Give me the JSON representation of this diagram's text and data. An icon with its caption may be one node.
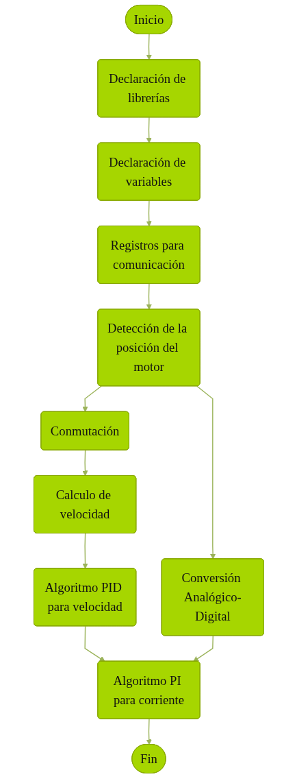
{
  "diagram": {
    "nodes": [
      {
        "text": [
          "Inicio"
        ]
      },
      {
        "text": [
          "Declaración de librerías"
        ]
      },
      {
        "text": [
          "Declaración de variables"
        ]
      },
      {
        "text": [
          "Registros para comunicación"
        ]
      },
      {
        "text": [
          "Detección de la posición del motor"
        ]
      },
      {
        "text": [
          "Conmutación"
        ]
      },
      {
        "text": [
          "Conversión Analógico-Digital"
        ]
      },
      {
        "text": [
          "Calculo de velocidad"
        ]
      },
      {
        "text": [
          "Algoritmo PID para velocidad"
        ]
      },
      {
        "text": [
          "Algoritmo PI para corriente"
        ]
      },
      {
        "text": [
          "Fin"
        ]
      }
    ],
    "edges": [
      {
        "from": 0,
        "to": 1,
        "arrow": "to"
      },
      {
        "from": 1,
        "to": 2,
        "arrow": "to"
      },
      {
        "from": 2,
        "to": 3,
        "arrow": "to"
      },
      {
        "from": 3,
        "to": 4,
        "arrow": "to"
      },
      {
        "from": 4,
        "to": 5,
        "arrow": "to"
      },
      {
        "from": 4,
        "to": 6,
        "arrow": "to"
      },
      {
        "from": 5,
        "to": 7,
        "arrow": "to"
      },
      {
        "from": 7,
        "to": 8,
        "arrow": "to"
      },
      {
        "from": 8,
        "to": 9,
        "arrow": "to"
      },
      {
        "from": 6,
        "to": 9,
        "arrow": "to"
      },
      {
        "from": 9,
        "to": 10,
        "arrow": "to"
      }
    ]
  }
}
